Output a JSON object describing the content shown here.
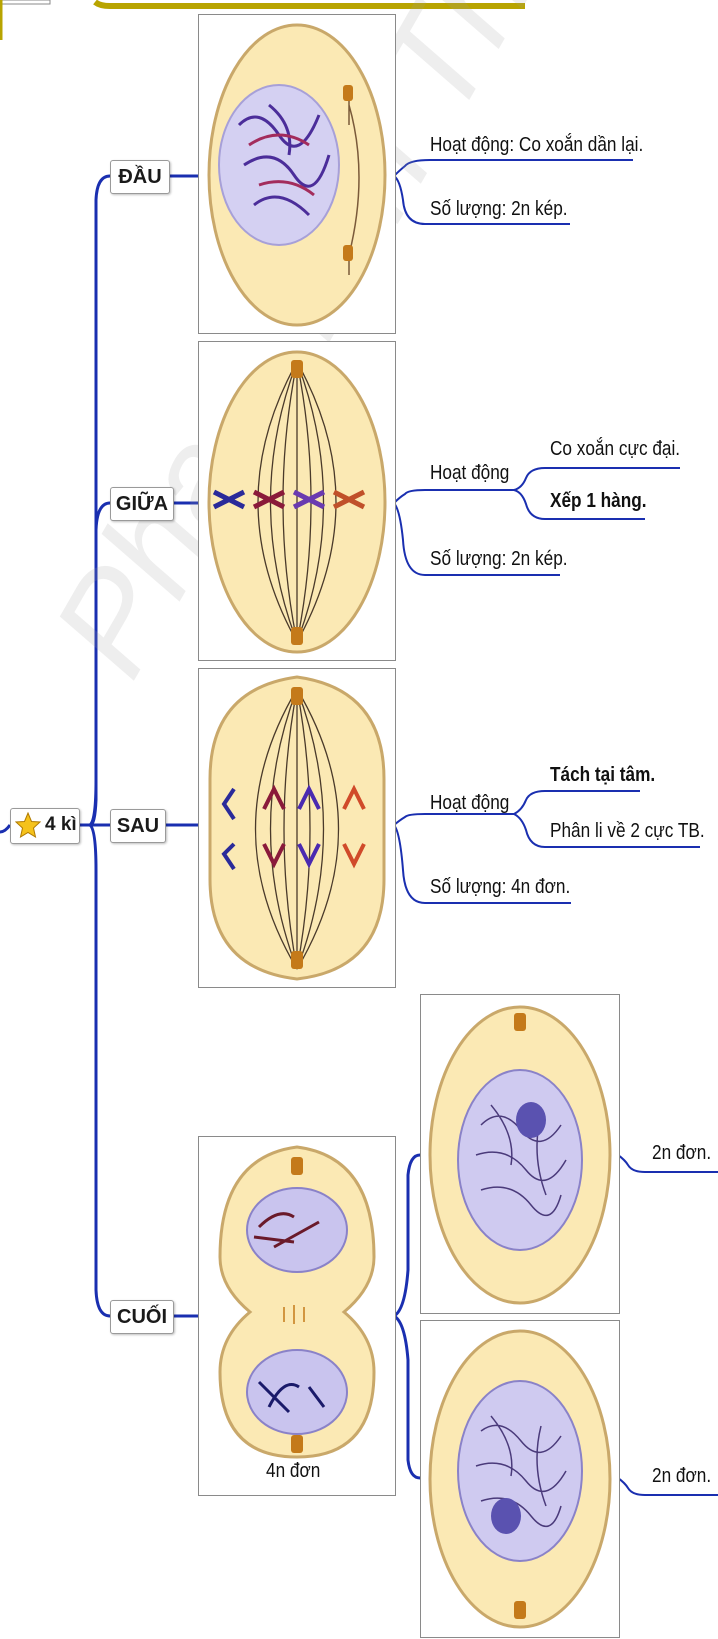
{
  "root": {
    "label": "4 kì"
  },
  "phases": [
    {
      "id": "dau",
      "label": "ĐẦU",
      "items": [
        "Hoạt động: Co xoắn dần lại.",
        "Số lượng: 2n kép."
      ]
    },
    {
      "id": "giua",
      "label": "GIỮA",
      "activity_label": "Hoạt động",
      "sub": [
        "Co xoắn cực đại.",
        "Xếp 1 hàng."
      ],
      "count": "Số lượng: 2n kép."
    },
    {
      "id": "sau",
      "label": "SAU",
      "activity_label": "Hoạt động",
      "sub": [
        "Tách tại tâm.",
        "Phân li về 2 cực TB."
      ],
      "count": "Số lượng: 4n đơn."
    },
    {
      "id": "cuoi",
      "label": "CUỐI",
      "caption": "4n đơn",
      "daughters": [
        "2n đơn.",
        "2n đơn."
      ]
    }
  ],
  "watermark": "Phan Tấn Thiện",
  "colors": {
    "connector": "#1a2fb0",
    "cell_fill": "#fbe9b4",
    "nucleus": "#c9c4ee",
    "header_bar": "#b8a400"
  },
  "icons": {
    "root_icon": "star-icon"
  }
}
